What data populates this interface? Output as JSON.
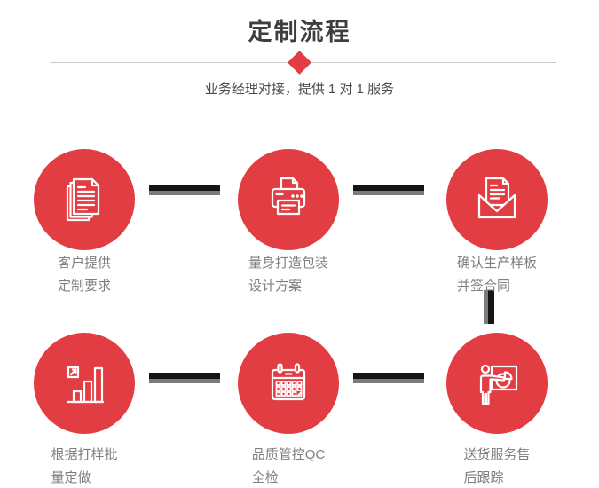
{
  "header": {
    "title": "定制流程",
    "subtitle": "业务经理对接，提供 1 对 1 服务"
  },
  "colors": {
    "accent_red": "#e23d43",
    "title_gray": "#3e3e3e",
    "subtitle_gray": "#4b4b4b",
    "label_gray": "#7f7f7f",
    "divider_gray": "#cbcbcb",
    "connector_black": "#151515",
    "connector_gray": "#7b7b7b",
    "icon_stroke": "#ffffff"
  },
  "steps": [
    {
      "icon": "documents-icon",
      "lines": [
        "客户提供",
        "定制要求"
      ]
    },
    {
      "icon": "printer-icon",
      "lines": [
        "量身打造包装",
        "设计方案"
      ]
    },
    {
      "icon": "open-envelope-icon",
      "lines": [
        "确认生产样板",
        "并签合同"
      ]
    },
    {
      "icon": "bar-chart-icon",
      "lines": [
        "根据打样批",
        "量定做"
      ]
    },
    {
      "icon": "calendar-icon",
      "lines": [
        "品质管控QC",
        "全检"
      ]
    },
    {
      "icon": "presenter-board-icon",
      "lines": [
        "送货服务售",
        "后跟踪"
      ]
    }
  ]
}
